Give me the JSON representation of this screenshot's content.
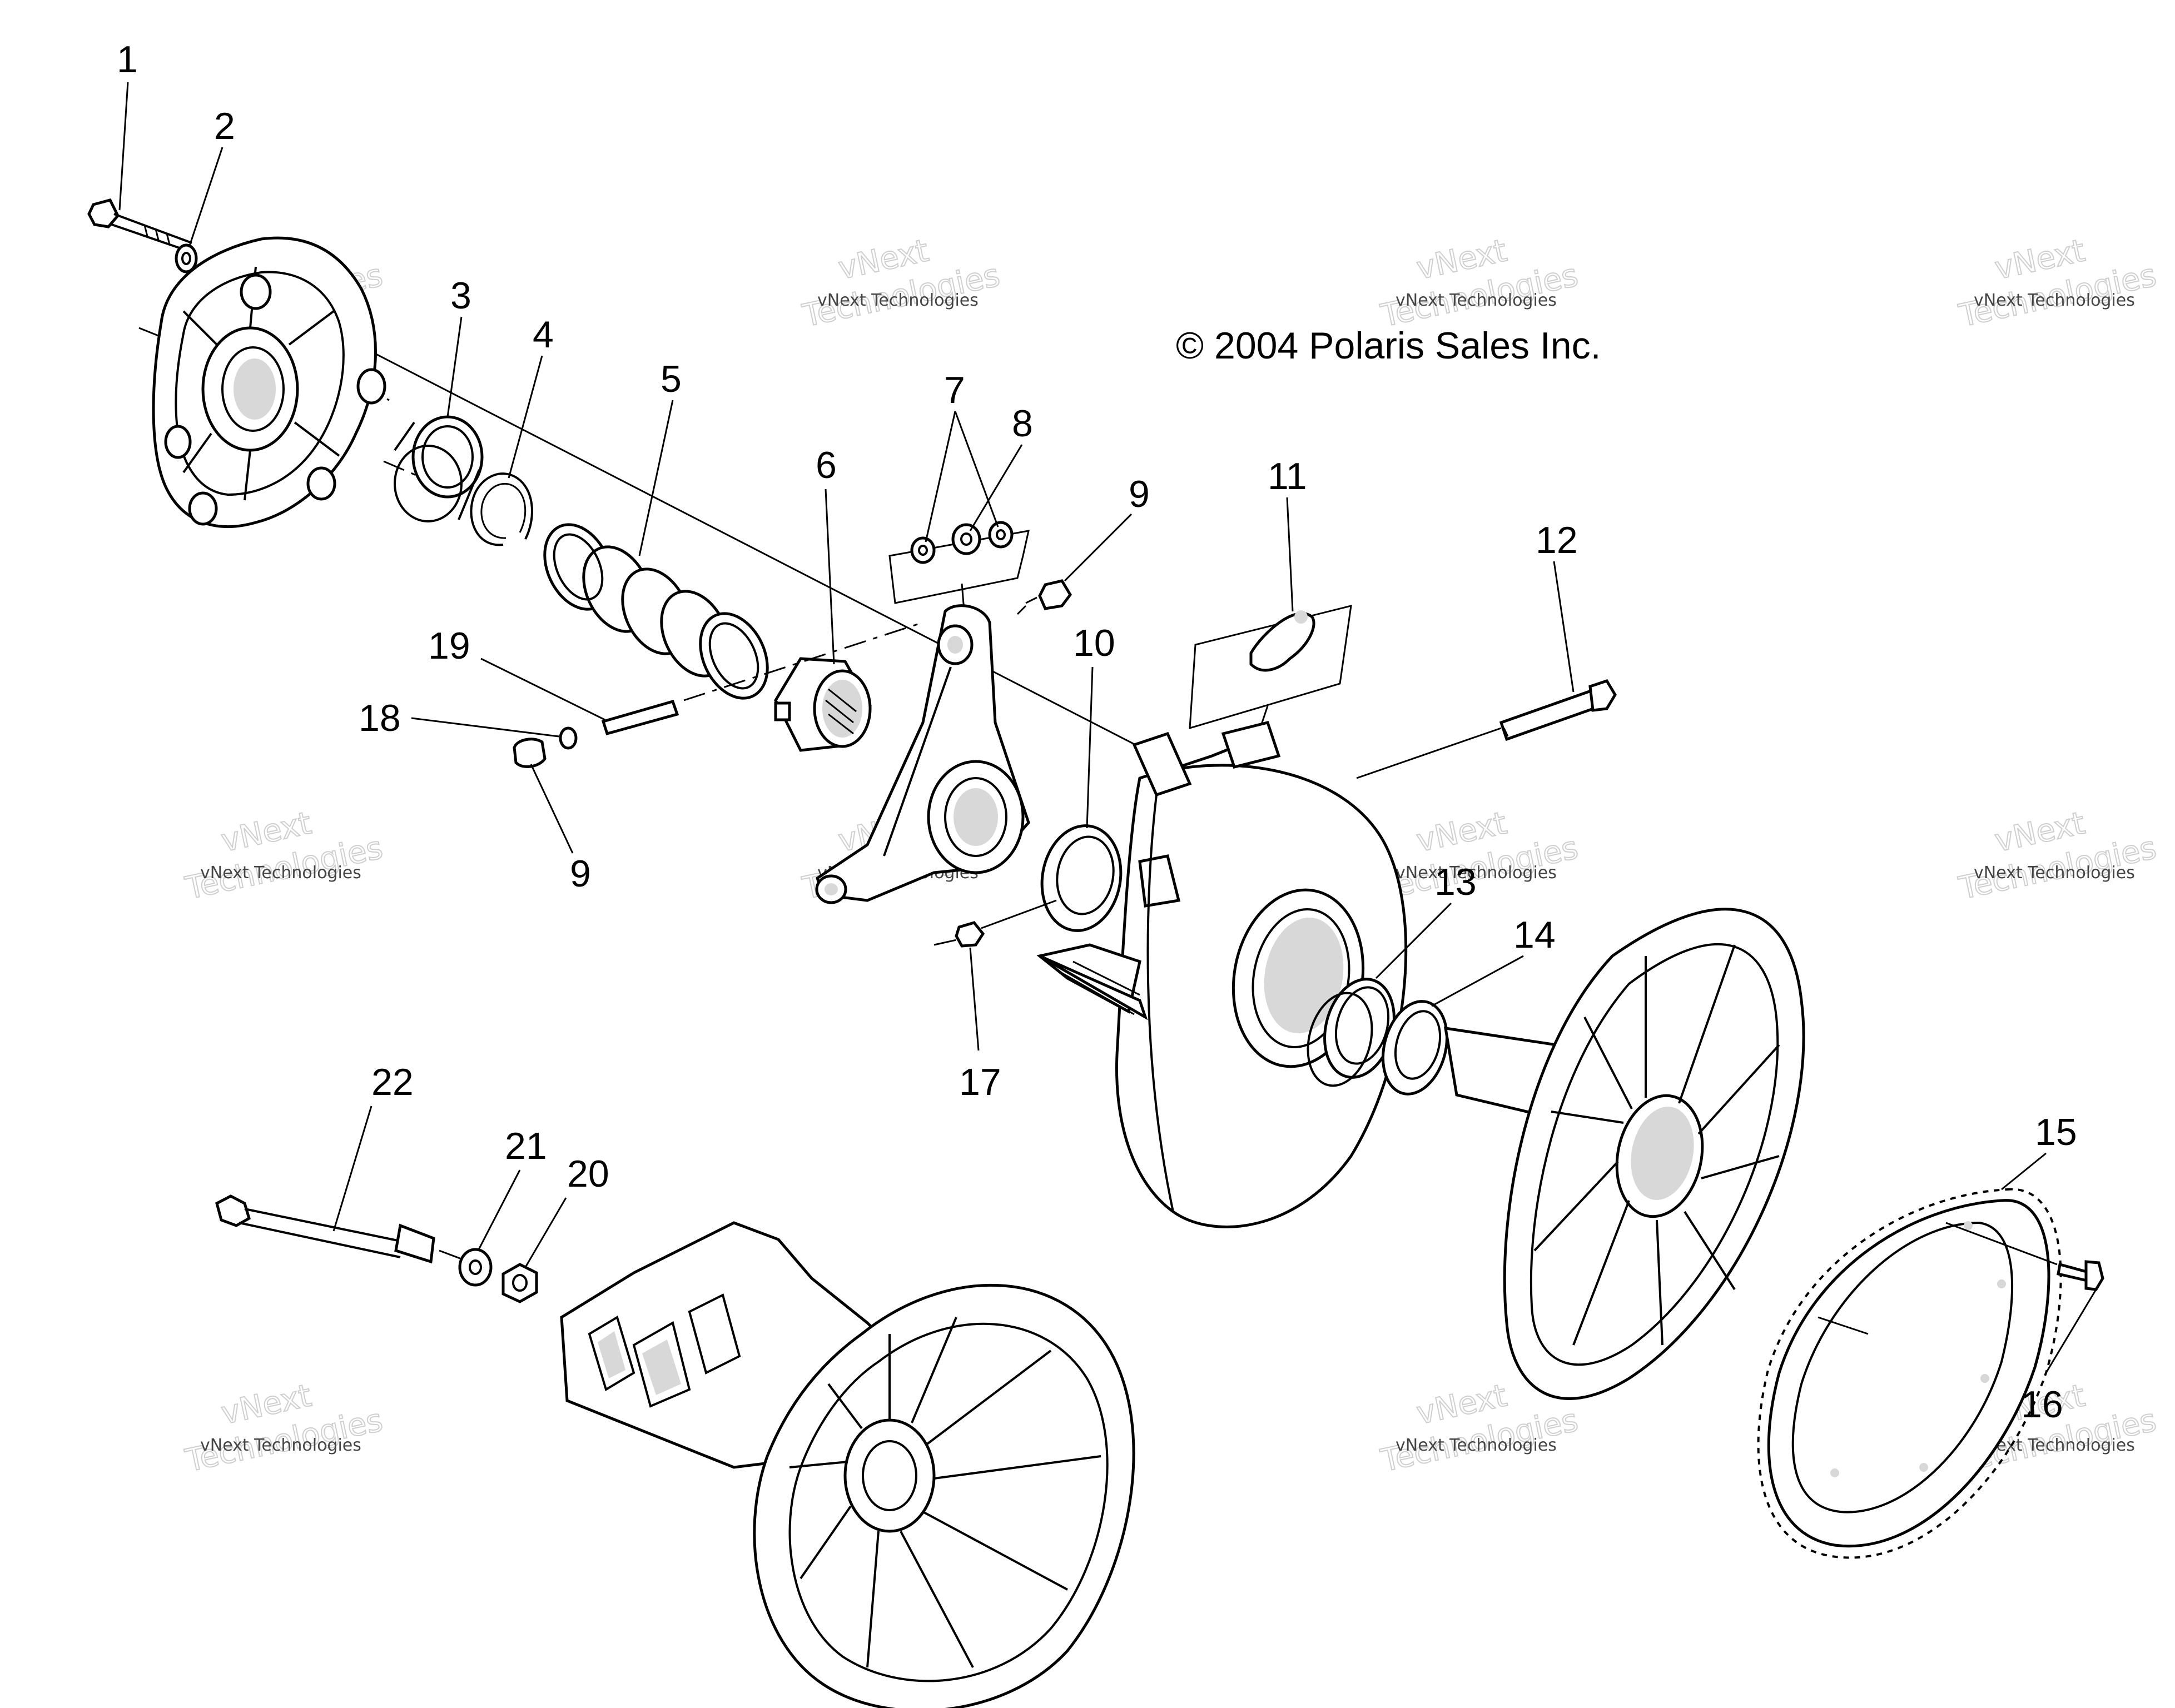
{
  "copyright": "© 2004 Polaris Sales Inc.",
  "watermark": {
    "line_small": "vNext Technologies",
    "line_big_1": "vNext",
    "line_big_2": "Technologies"
  },
  "callouts": {
    "c1": "1",
    "c2": "2",
    "c3": "3",
    "c4": "4",
    "c5": "5",
    "c6": "6",
    "c7": "7",
    "c8": "8",
    "c9a": "9",
    "c9b": "9",
    "c10": "10",
    "c11": "11",
    "c12": "12",
    "c13": "13",
    "c14": "14",
    "c15": "15",
    "c16": "16",
    "c17": "17",
    "c18": "18",
    "c19": "19",
    "c20": "20",
    "c21": "21",
    "c22": "22"
  }
}
